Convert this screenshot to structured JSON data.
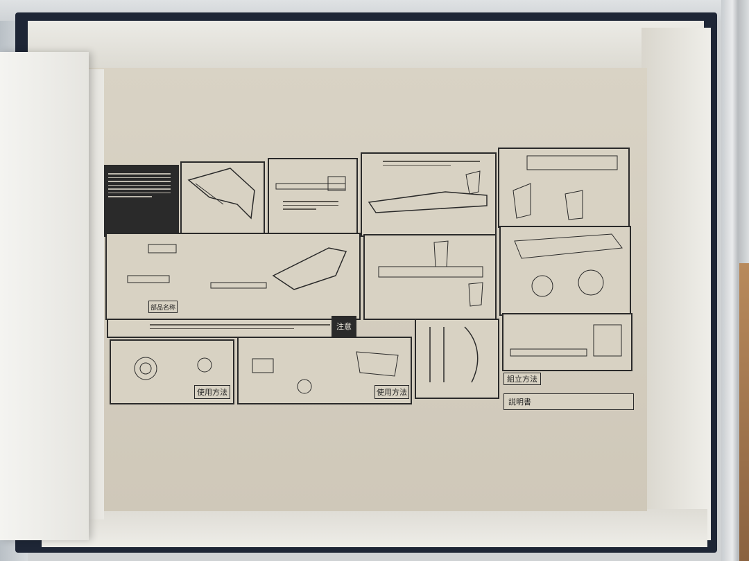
{
  "scene": {
    "subject": "",
    "section_labels": [
      {
        "id": "manual-title",
        "text": "説明書"
      },
      {
        "id": "assembly-method",
        "text": "組立方法"
      },
      {
        "id": "usage-method-1",
        "text": "使用方法"
      },
      {
        "id": "usage-method-2",
        "text": "使用方法"
      },
      {
        "id": "caution",
        "text": "注意"
      },
      {
        "id": "parts-list",
        "text": "部品名称"
      }
    ]
  },
  "colors": {
    "box_dark": "#1e2636",
    "cardboard": "#d8d2c3",
    "ink": "#2a2a2a",
    "box_blue": "#2c5fa8"
  }
}
